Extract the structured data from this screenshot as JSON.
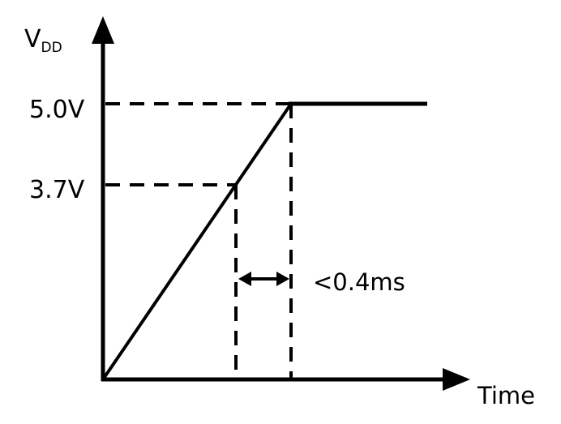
{
  "axes": {
    "y_label_main": "V",
    "y_label_sub": "DD",
    "x_label": "Time"
  },
  "levels": {
    "high": "5.0V",
    "threshold": "3.7V"
  },
  "interval": {
    "label": "<0.4ms"
  },
  "colors": {
    "stroke": "#000000",
    "background": "#ffffff"
  }
}
